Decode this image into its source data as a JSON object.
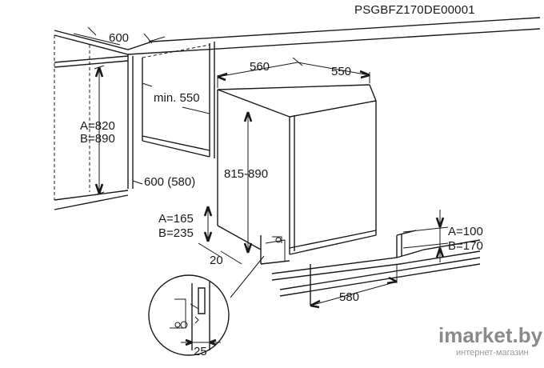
{
  "drawing_code": "PSGBFZ170DE00001",
  "dimensions": {
    "niche_depth": "600",
    "niche_min_depth": "min. 550",
    "niche_height": "A=820\nB=890",
    "niche_height_a": "A=820",
    "niche_height_b": "B=890",
    "niche_width": "600 (580)",
    "appliance_width": "560",
    "appliance_depth": "550",
    "appliance_height": "815-890",
    "plinth_left_a": "A=165",
    "plinth_left_b": "B=235",
    "plinth_right_a": "A=100",
    "plinth_right_b": "B=170",
    "front_offset": "20",
    "plinth_width": "580",
    "detail_gap": "25"
  },
  "watermark": {
    "brand": "imarket.by",
    "tagline": "интернет-магазин"
  }
}
